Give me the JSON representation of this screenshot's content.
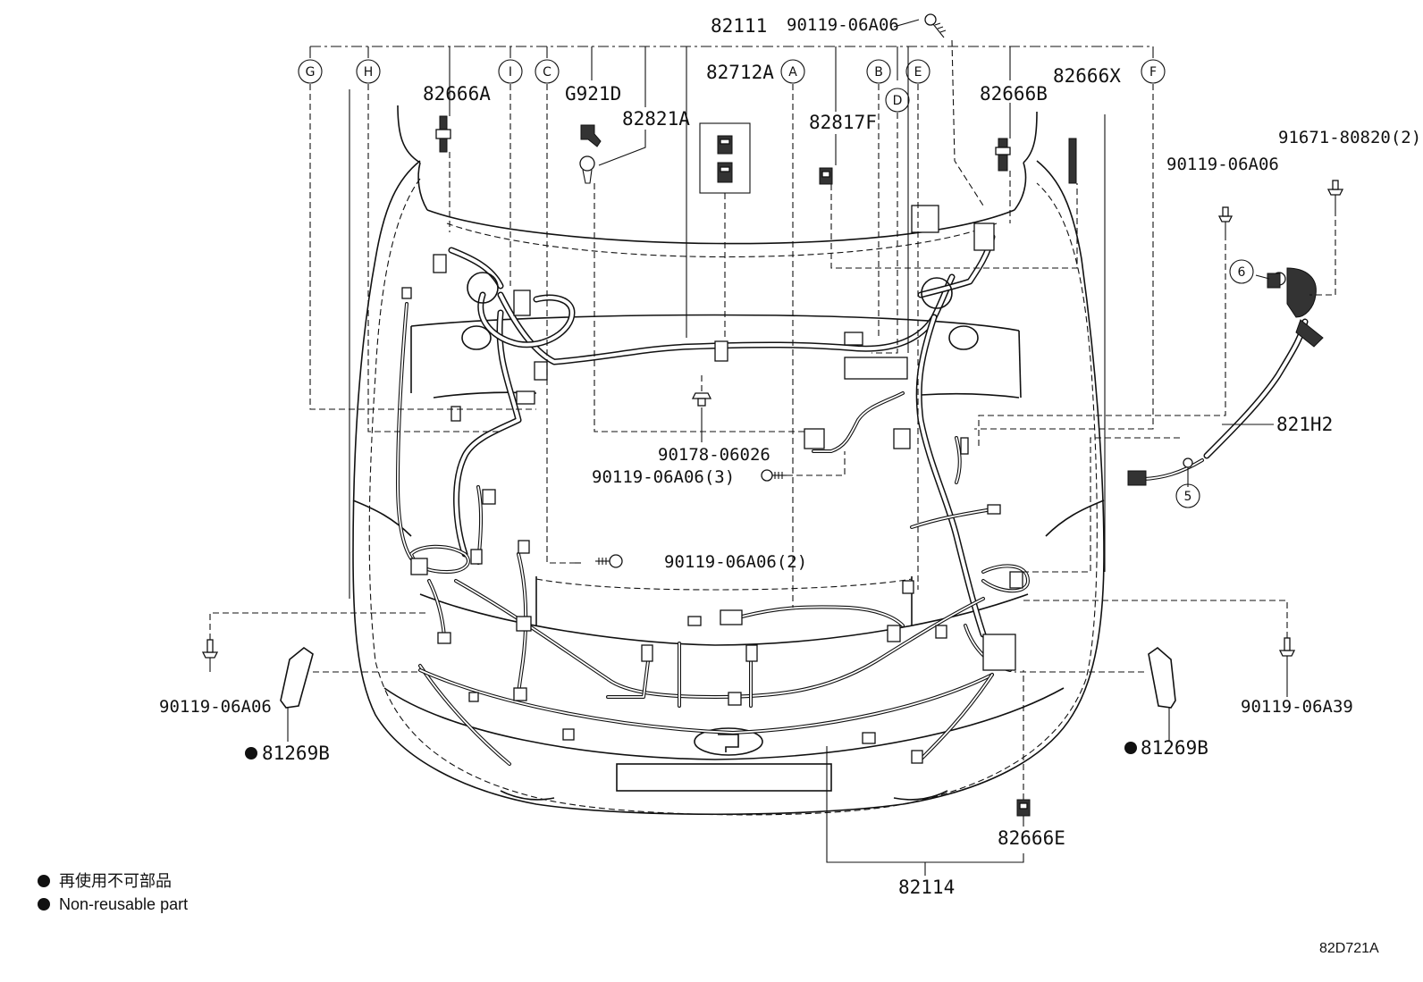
{
  "diagram": {
    "parts": {
      "p82111": "82111",
      "p82114": "82114",
      "p82666A": "82666A",
      "p82666B": "82666B",
      "p82666X": "82666X",
      "p82666E": "82666E",
      "p82712A": "82712A",
      "p82821A": "82821A",
      "p82817F": "82817F",
      "pG921D": "G921D",
      "p821H2": "821H2",
      "p90119_06A06_top": "90119-06A06",
      "p90119_06A06_right": "90119-06A06",
      "p91671_80820_2": "91671-80820(2)",
      "p90178_06026": "90178-06026",
      "p90119_06A06_3": "90119-06A06(3)",
      "p90119_06A06_2": "90119-06A06(2)",
      "p90119_06A06_left": "90119-06A06",
      "p90119_06A39": "90119-06A39",
      "p81269B_left": "81269B",
      "p81269B_right": "81269B"
    },
    "callouts": {
      "A": "A",
      "B": "B",
      "C": "C",
      "D": "D",
      "E": "E",
      "F": "F",
      "G": "G",
      "H": "H",
      "I": "I",
      "n5": "5",
      "n6": "6"
    },
    "legend": {
      "jp": "再使用不可部品",
      "en": "Non-reusable part"
    },
    "figure_code": "82D721A",
    "colors": {
      "line": "#111111",
      "background": "#ffffff"
    }
  }
}
